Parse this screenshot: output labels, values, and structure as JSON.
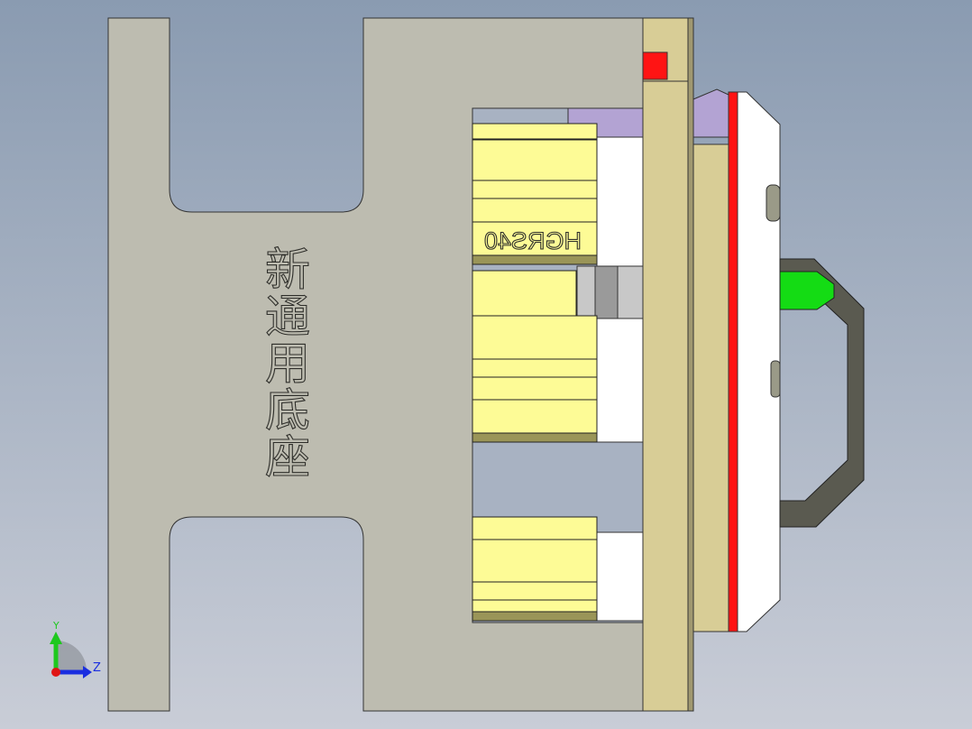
{
  "model": {
    "engraved_text": "新通用底座",
    "rail_label": "HGRS40"
  },
  "triad": {
    "y_label": "Y",
    "z_label": "Z"
  },
  "colors": {
    "base_plate": "#bdbcb0",
    "tan_plate": "#d8cd96",
    "rail": "#fdfb96",
    "purple_block": "#b3a3d3",
    "red_strip": "#ff1414",
    "pin": "#14dc14",
    "handle": "#5a5a50"
  }
}
